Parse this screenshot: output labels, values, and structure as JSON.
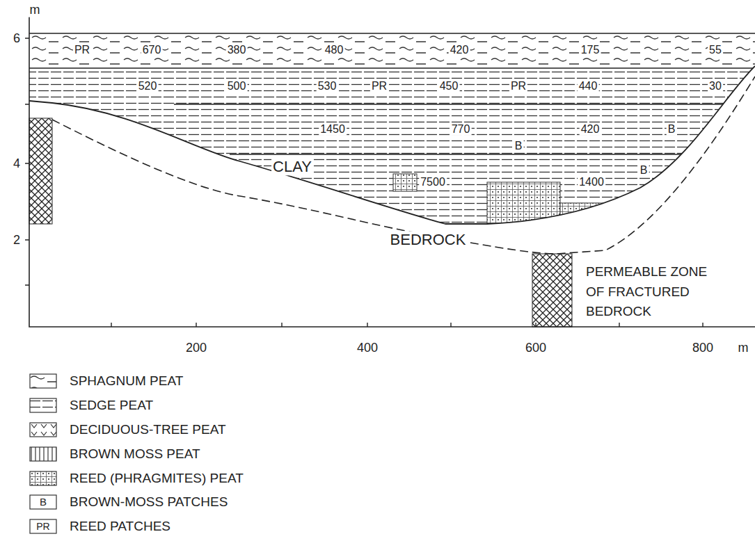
{
  "diagram": {
    "labels": [
      "m",
      "6",
      "PR",
      "670",
      "380",
      "480",
      "420",
      "175",
      "55",
      "520",
      "500",
      "530",
      "PR",
      "450",
      "PR",
      "440",
      "30",
      "1450",
      "770",
      "420",
      "B",
      "B",
      "4",
      "CLAY",
      "B",
      "7500",
      "1400",
      "2",
      "BEDROCK",
      "PERMEABLE ZONE OF FRACTURED BEDROCK",
      "200",
      "400",
      "600",
      "800",
      "m",
      "B",
      "PR"
    ],
    "legend": [
      {
        "text": "SPHAGNUM PEAT"
      },
      {
        "text": "SEDGE PEAT"
      },
      {
        "text": "DECIDUOUS-TREE PEAT"
      },
      {
        "text": "BROWN MOSS PEAT"
      },
      {
        "text": "REED (PHRAGMITES) PEAT"
      },
      {
        "text": "BROWN-MOSS PATCHES"
      },
      {
        "text": "REED PATCHES"
      }
    ]
  }
}
